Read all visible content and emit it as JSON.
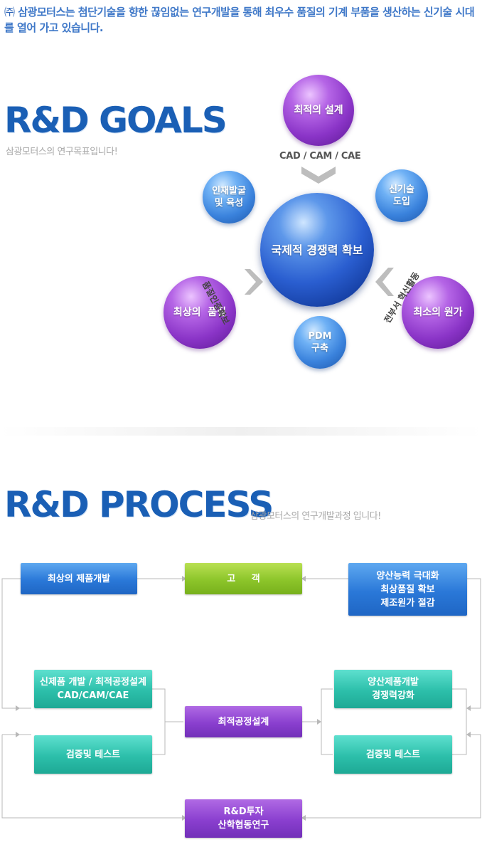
{
  "intro": {
    "mark": "㈜",
    "text": "삼광모터스는 첨단기술을 향한 끊임없는 연구개발을 통해 최우수 품질의 기계 부품을 생산하는 신기술 시대를 열어 가고 있습니다."
  },
  "goals": {
    "title": "R&D GOALS",
    "subtitle": "삼광모터스의 연구목표입니다!",
    "center": "국제적 경쟁력 확보",
    "top": "최적의 설계",
    "top_label": "CAD / CAM / CAE",
    "left_small_line1": "인재발굴",
    "left_small_line2": "및 육성",
    "right_small_line1": "신기술",
    "right_small_line2": "도입",
    "left": "최상의  품질",
    "left_arc": "품질인증확보",
    "right": "최소의 원가",
    "right_arc": "전부서 혁신활동",
    "bottom_line1": "PDM",
    "bottom_line2": "구축"
  },
  "process": {
    "title": "R&D PROCESS",
    "subtitle": "삼광모터스의 연구개발과정 입니다!",
    "box_product_dev": "최상의 제품개발",
    "box_customer": "고     객",
    "box_mass_line1": "양산능력 극대화",
    "box_mass_line2": "최상품질 확보",
    "box_mass_line3": "제조원가 절감",
    "box_new_line1": "신제품 개발 / 최적공정설계",
    "box_new_line2": "CAD/CAM/CAE",
    "box_verify_left": "검증및 테스트",
    "box_optimal": "최적공정설계",
    "box_massdev_line1": "양산제품개발",
    "box_massdev_line2": "경쟁력강화",
    "box_verify_right": "검증및 테스트",
    "box_invest_line1": "R&D투자",
    "box_invest_line2": "산학협동연구"
  },
  "colors": {
    "title_blue": "#1a5fb5",
    "box_blue": "#2a78d8",
    "box_green": "#8cc52a",
    "box_teal": "#2cbfaa",
    "box_purple": "#8a3fcf",
    "sphere_purple": "#8a34c7",
    "sphere_blue": "#3a82dc"
  }
}
